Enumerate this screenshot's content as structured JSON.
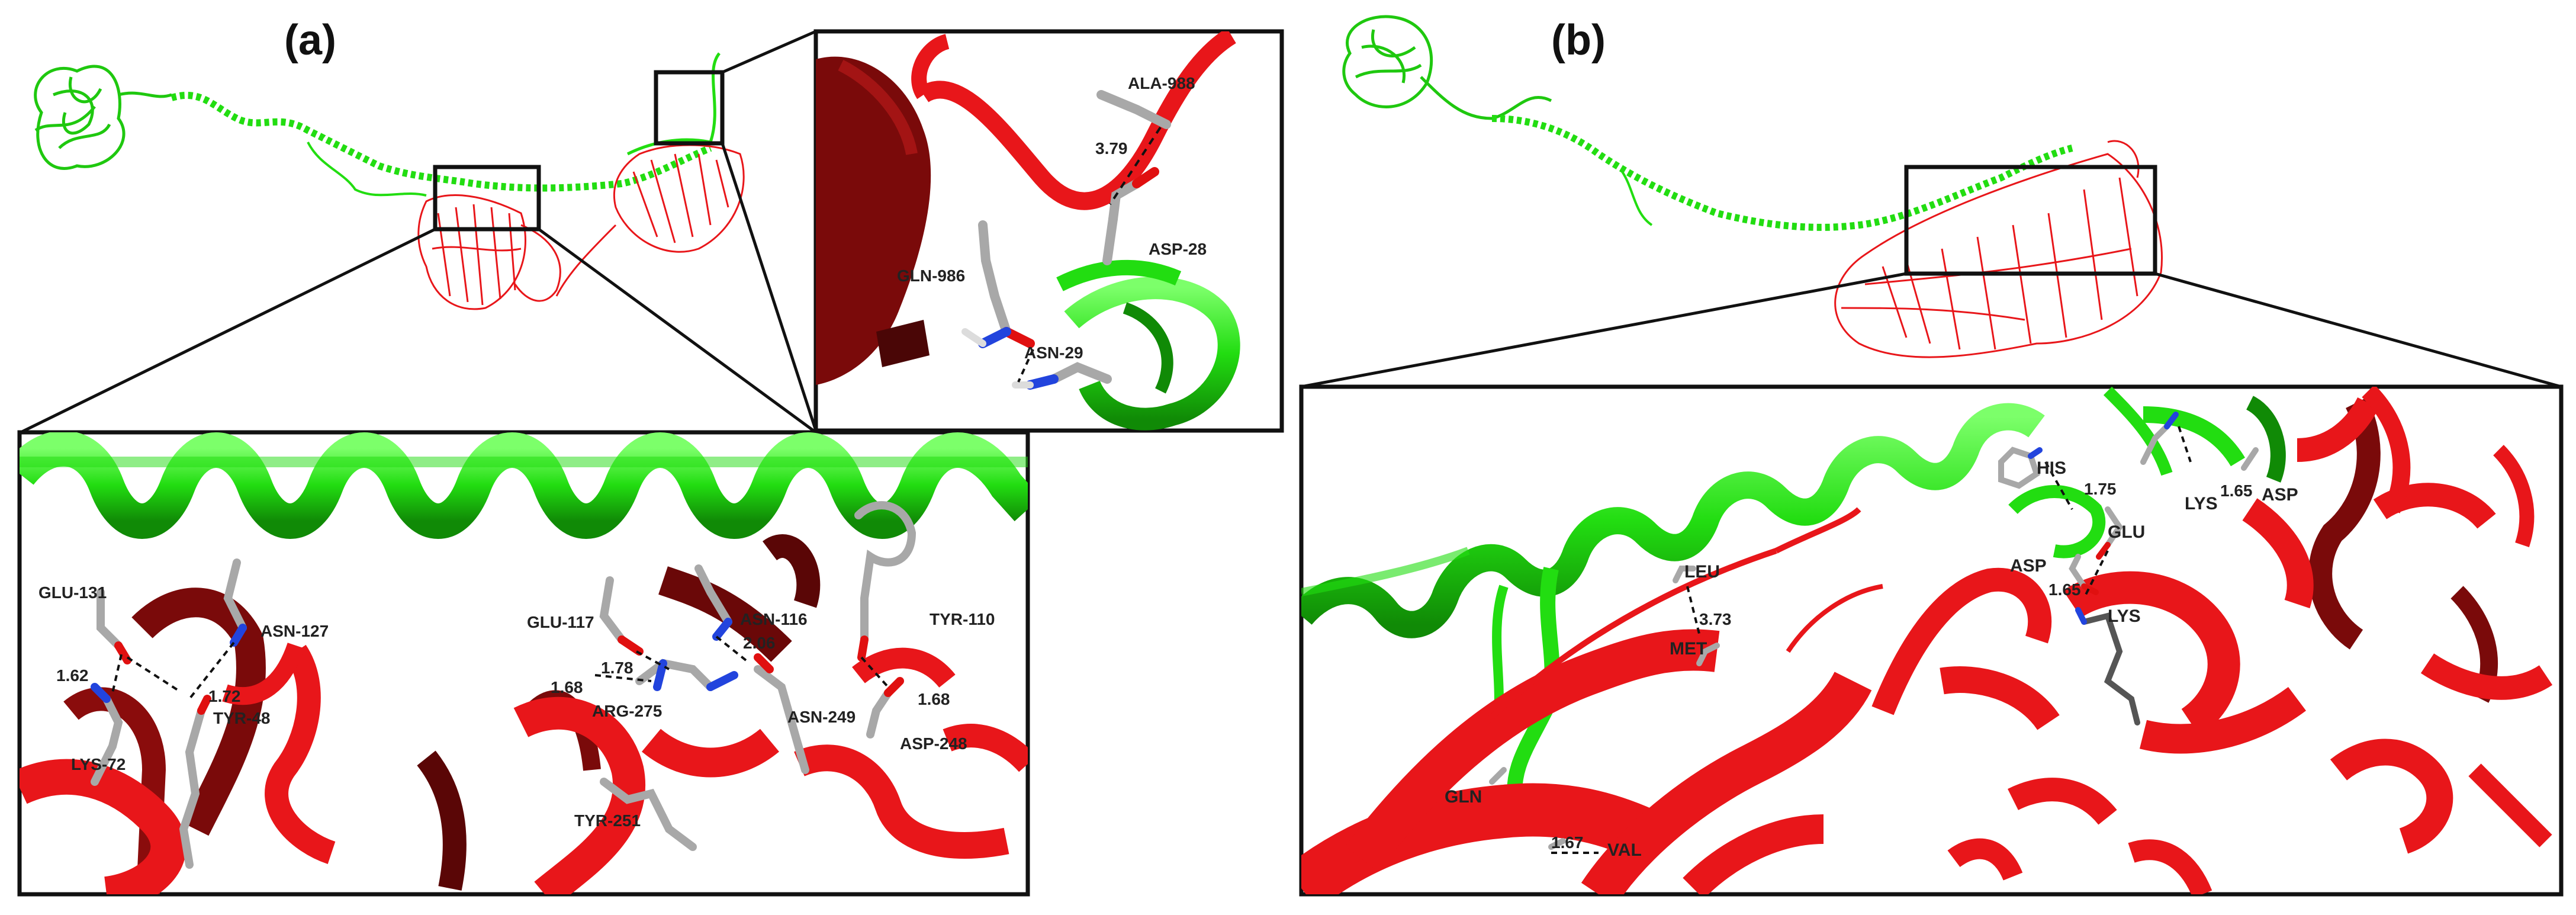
{
  "panels": {
    "a": {
      "label": "(a)"
    },
    "b": {
      "label": "(b)"
    }
  },
  "inset_top_a": {
    "residues": [
      "ALA-988",
      "ASP-28",
      "GLN-986",
      "ASN-29"
    ],
    "distances": [
      "3.79"
    ]
  },
  "inset_bottom_a": {
    "residues": [
      "GLU-131",
      "ASN-127",
      "LYS-72",
      "TYR-48",
      "GLU-117",
      "ASN-116",
      "TYR-110",
      "ARG-275",
      "ASN-249",
      "ASP-248",
      "TYR-251"
    ],
    "distances": [
      "1.62",
      "1.72",
      "1.78",
      "1.68",
      "2.06",
      "1.68"
    ]
  },
  "inset_b": {
    "residues": [
      "HIS",
      "LYS",
      "ASP",
      "GLU",
      "ASP",
      "LYS",
      "LEU",
      "MET",
      "GLN",
      "VAL"
    ],
    "distances": [
      "1.75",
      "1.65",
      "1.65",
      "3.73",
      "1.67"
    ]
  },
  "colors": {
    "chain_green": "#22dd11",
    "chain_red": "#e8161a",
    "chain_darkred": "#7a0a0a",
    "stick_grey": "#9a9a9a",
    "oxygen": "#e01010",
    "nitrogen": "#2244dd"
  }
}
